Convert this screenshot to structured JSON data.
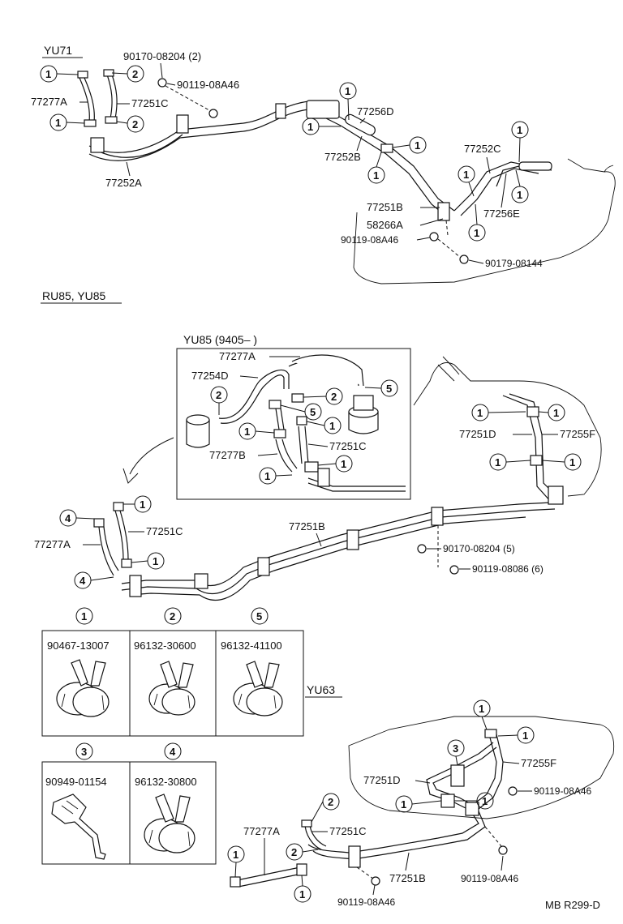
{
  "sections": {
    "top": "YU71",
    "middle": "RU85, YU85",
    "inset": "YU85 (9405–          )",
    "bottom": "YU63"
  },
  "part_numbers": {
    "p90170_08204_2": "90170-08204 (2)",
    "p90119_08A46": "90119-08A46",
    "p77277A": "77277A",
    "p77251C": "77251C",
    "p77252A": "77252A",
    "p77256D": "77256D",
    "p77252B": "77252B",
    "p77252C": "77252C",
    "p77251B": "77251B",
    "p58266A": "58266A",
    "p77256E": "77256E",
    "p90179_08144": "90179-08144",
    "p77254D": "77254D",
    "p77277B": "77277B",
    "p77251D": "77251D",
    "p77255F": "77255F",
    "p90170_08204_5": "90170-08204 (5)",
    "p90119_08086_6": "90119-08086 (6)"
  },
  "legend": [
    {
      "index": "1",
      "part": "90467-13007"
    },
    {
      "index": "2",
      "part": "96132-30600"
    },
    {
      "index": "5",
      "part": "96132-41100"
    },
    {
      "index": "3",
      "part": "90949-01154"
    },
    {
      "index": "4",
      "part": "96132-30800"
    }
  ],
  "footer": {
    "code": "MB R299-D"
  }
}
